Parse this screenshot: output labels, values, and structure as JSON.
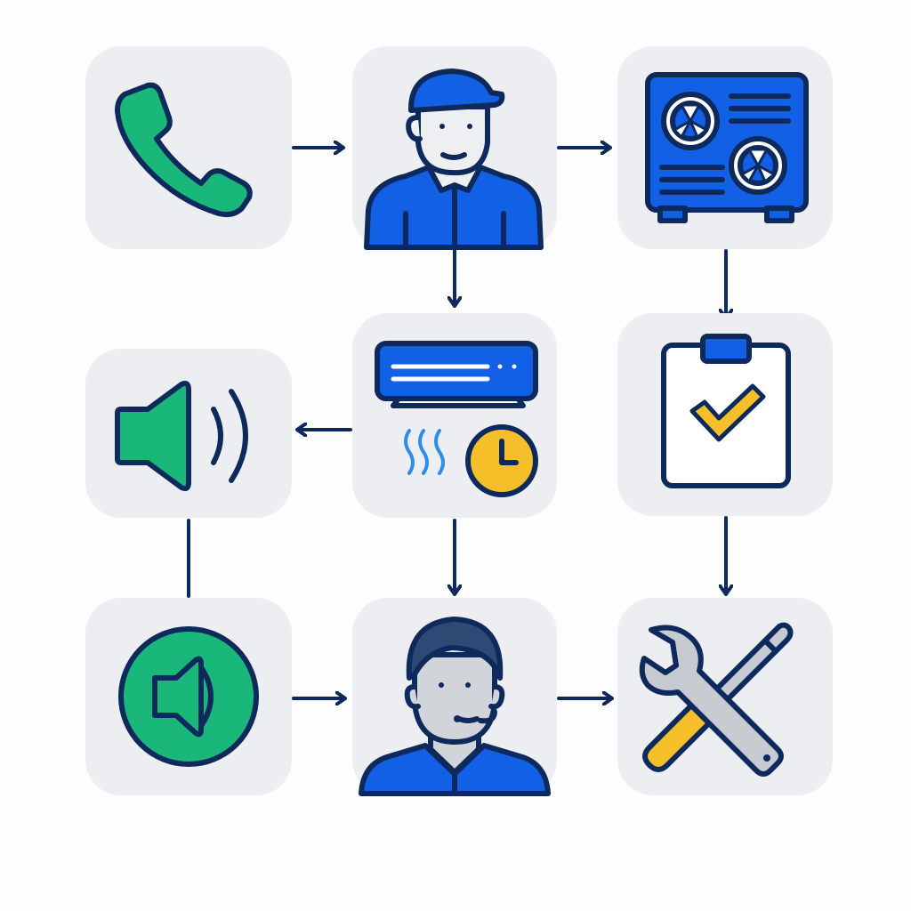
{
  "colors": {
    "background": "#fdfdfd",
    "tile": "#eceef1",
    "outline": "#0e2a5c",
    "blue": "#1160e6",
    "green": "#19b77a",
    "yellow": "#f5bf2a",
    "white": "#ffffff",
    "skin": "#d1d5da",
    "face": "#eeeff1",
    "steel": "#c6cbd2",
    "hair": "#2e4a74",
    "wave": "#2f8de8"
  },
  "nodes": [
    {
      "id": "phone-call",
      "icon": "phone-icon"
    },
    {
      "id": "technician",
      "icon": "technician-icon"
    },
    {
      "id": "outdoor-ac-unit",
      "icon": "outdoor-ac-unit-icon"
    },
    {
      "id": "speaker",
      "icon": "speaker-icon"
    },
    {
      "id": "indoor-ac-timer",
      "icon": "indoor-ac-timer-icon"
    },
    {
      "id": "checklist",
      "icon": "clipboard-check-icon"
    },
    {
      "id": "audio-button",
      "icon": "audio-circle-icon"
    },
    {
      "id": "support-agent",
      "icon": "headset-agent-icon"
    },
    {
      "id": "repair-tools",
      "icon": "wrench-screwdriver-icon"
    }
  ],
  "edges": [
    {
      "from": "phone-call",
      "to": "technician",
      "arrow": true
    },
    {
      "from": "technician",
      "to": "outdoor-ac-unit",
      "arrow": true
    },
    {
      "from": "technician",
      "to": "indoor-ac-timer",
      "arrow": true
    },
    {
      "from": "outdoor-ac-unit",
      "to": "checklist",
      "arrow": true
    },
    {
      "from": "indoor-ac-timer",
      "to": "speaker",
      "arrow": true
    },
    {
      "from": "indoor-ac-timer",
      "to": "support-agent",
      "arrow": true
    },
    {
      "from": "checklist",
      "to": "repair-tools",
      "arrow": true
    },
    {
      "from": "speaker",
      "to": "audio-button",
      "arrow": false
    },
    {
      "from": "audio-button",
      "to": "support-agent",
      "arrow": true
    },
    {
      "from": "support-agent",
      "to": "repair-tools",
      "arrow": true
    }
  ]
}
